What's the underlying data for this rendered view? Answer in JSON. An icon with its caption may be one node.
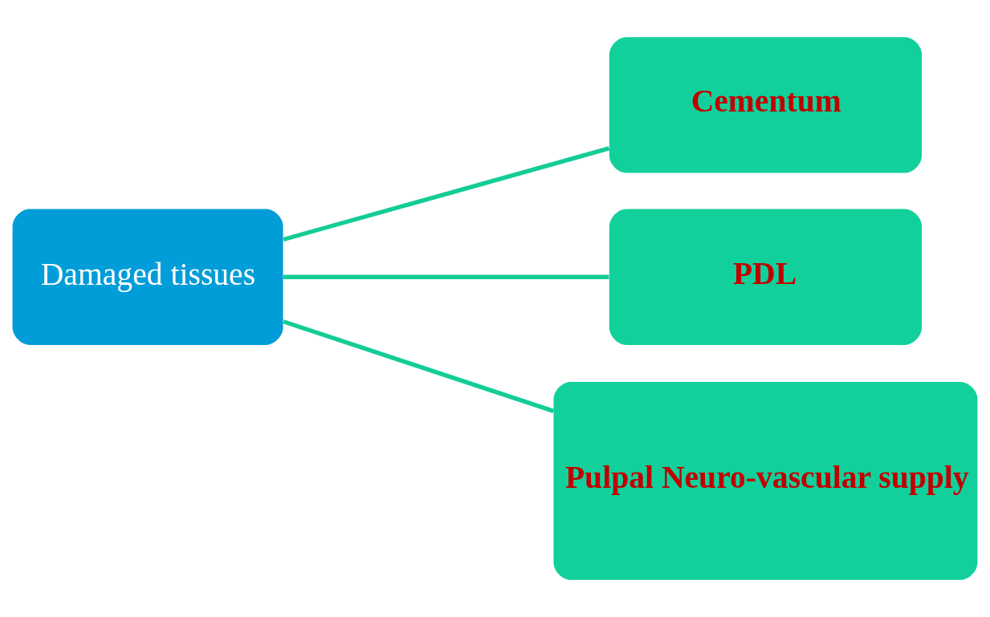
{
  "diagram": {
    "nodes": [
      {
        "text": [
          "Damaged tissues"
        ]
      },
      {
        "text": [
          "Cementum"
        ]
      },
      {
        "text": [
          "PDL"
        ]
      },
      {
        "text": [
          "Pulpal Neuro-vascular supply"
        ]
      }
    ],
    "edges": [
      {
        "from": 0,
        "to": 1,
        "arrow": "none"
      },
      {
        "from": 0,
        "to": 2,
        "arrow": "none"
      },
      {
        "from": 0,
        "to": 3,
        "arrow": "none"
      }
    ]
  }
}
